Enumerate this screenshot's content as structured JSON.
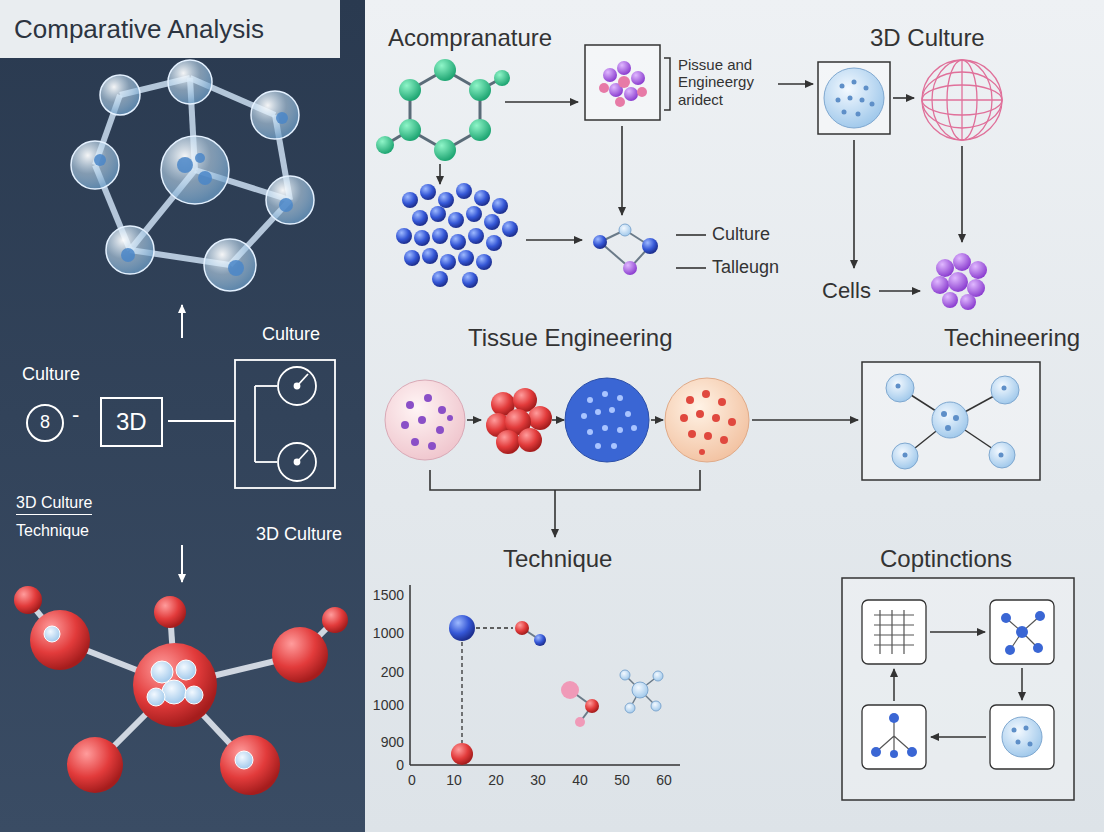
{
  "diagram": {
    "title": "Comparative Analysis",
    "nodes": [
      {
        "text": [
          "8"
        ]
      },
      {
        "text": [
          "3D"
        ]
      }
    ],
    "labels": [
      "Acompranature",
      "3D Culture",
      "Pissue and Engineergy aridect",
      "Culture",
      "Talleugn",
      "Cells",
      "Culture",
      "-",
      "Culture",
      "3D Culture",
      "3D Culture",
      "Technique",
      "Tissue Engineering",
      "Techineering",
      "Technique",
      "Coptinctions",
      "1500",
      "1000",
      "200",
      "1000",
      "900",
      "0",
      "0",
      "10",
      "20",
      "30",
      "40",
      "50",
      "60"
    ]
  }
}
